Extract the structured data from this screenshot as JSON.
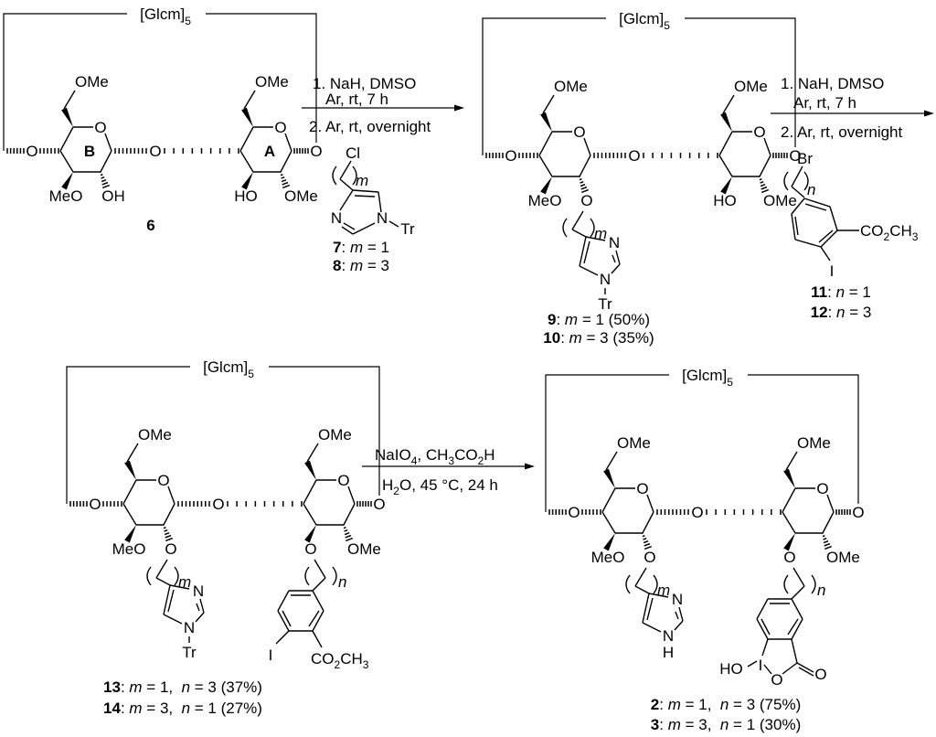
{
  "scheme": {
    "common_labels": {
      "repeat_unit": "[Glcm]",
      "repeat_count": "5",
      "ome": "OMe",
      "meo": "MeO",
      "oh": "OH",
      "ho": "HO",
      "o": "O",
      "ring_label_a": "A",
      "ring_label_b": "B",
      "m": "m",
      "n": "n",
      "n_atom": "N",
      "tr": "Tr",
      "h": "H",
      "cl": "Cl",
      "br": "Br",
      "i": "I",
      "co2ch3": [
        "CO",
        "2",
        "CH",
        "3"
      ]
    },
    "structures": [
      {
        "id": "6",
        "label": "6"
      },
      {
        "id": "9_10",
        "labels": [
          {
            "num": "9",
            "text": ": ",
            "var": "m",
            "rest": " = 1 (50%)"
          },
          {
            "num": "10",
            "text": ": ",
            "var": "m",
            "rest": " = 3 (35%)"
          }
        ]
      },
      {
        "id": "13_14",
        "labels": [
          {
            "num": "13",
            "text": ": ",
            "var1": "m",
            "mid": " = 1,  ",
            "var2": "n",
            "rest": " = 3 (37%)"
          },
          {
            "num": "14",
            "text": ": ",
            "var1": "m",
            "mid": " = 3,  ",
            "var2": "n",
            "rest": " = 1 (27%)"
          }
        ]
      },
      {
        "id": "2_3",
        "labels": [
          {
            "num": "2",
            "text": ": ",
            "var1": "m",
            "mid": " = 1,  ",
            "var2": "n",
            "rest": " = 3 (75%)"
          },
          {
            "num": "3",
            "text": ": ",
            "var1": "m",
            "mid": " = 3,  ",
            "var2": "n",
            "rest": " = 1 (30%)"
          }
        ]
      }
    ],
    "reagents": [
      {
        "id": "7_8",
        "labels": [
          {
            "num": "7",
            "text": ": ",
            "var": "m",
            "rest": " = 1"
          },
          {
            "num": "8",
            "text": ": ",
            "var": "m",
            "rest": " = 3"
          }
        ]
      },
      {
        "id": "11_12",
        "labels": [
          {
            "num": "11",
            "text": ": ",
            "var": "n",
            "rest": " = 1"
          },
          {
            "num": "12",
            "text": ": ",
            "var": "n",
            "rest": " = 3"
          }
        ]
      }
    ],
    "arrows": [
      {
        "above": [
          "1. NaH, DMSO",
          "Ar, rt, 7 h"
        ],
        "below": "2. Ar, rt, overnight"
      },
      {
        "above": [
          "1. NaH, DMSO",
          "Ar, rt, 7 h"
        ],
        "below": "2. Ar, rt, overnight"
      },
      {
        "above_parts": [
          "NaIO",
          "4",
          ", CH",
          "3",
          "CO",
          "2",
          "H"
        ],
        "below_parts": [
          "H",
          "2",
          "O, 45 °C, 24 h"
        ]
      }
    ]
  }
}
